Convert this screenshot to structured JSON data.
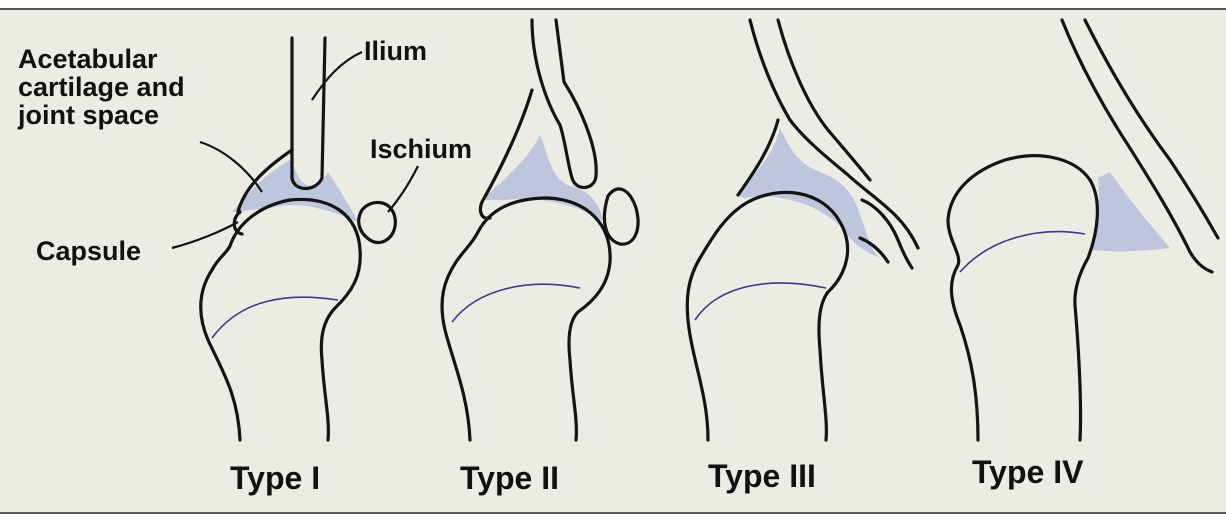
{
  "labels": {
    "acetabular_line1": "Acetabular",
    "acetabular_line2": "cartilage and",
    "acetabular_line3": "joint space",
    "ilium": "Ilium",
    "ischium": "Ischium",
    "capsule": "Capsule"
  },
  "types": [
    "Type I",
    "Type II",
    "Type III",
    "Type IV"
  ],
  "colors": {
    "background": "#ecece4",
    "outline": "#141414",
    "cartilage": "#bcc4dc",
    "physis_line": "#3a3a88"
  }
}
